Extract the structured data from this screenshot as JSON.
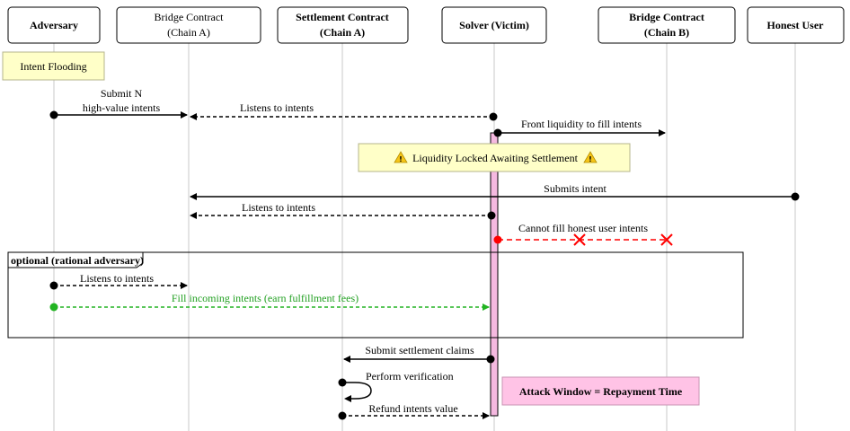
{
  "participants": [
    {
      "id": "adversary",
      "lines": [
        "Adversary"
      ],
      "bold": true
    },
    {
      "id": "bridge-a",
      "lines": [
        "Bridge Contract",
        "(Chain A)"
      ],
      "bold": false
    },
    {
      "id": "settlement-a",
      "lines": [
        "Settlement Contract",
        "(Chain A)"
      ],
      "bold": true
    },
    {
      "id": "solver",
      "lines": [
        "Solver (Victim)"
      ],
      "bold": true
    },
    {
      "id": "bridge-b",
      "lines": [
        "Bridge Contract",
        "(Chain B)"
      ],
      "bold": true
    },
    {
      "id": "honest-user",
      "lines": [
        "Honest User"
      ],
      "bold": true
    }
  ],
  "notes": {
    "intent_flooding": "Intent Flooding",
    "liquidity_locked": "Liquidity Locked Awaiting Settlement",
    "attack_window": "Attack Window = Repayment Time"
  },
  "frame": {
    "label": "optional (rational adversary)"
  },
  "messages": {
    "submit_n_line1": "Submit N",
    "submit_n_line2": "high-value intents",
    "listens_1": "Listens to intents",
    "front_liquidity": "Front liquidity to fill intents",
    "submits_intent": "Submits intent",
    "listens_2": "Listens to intents",
    "cannot_fill": "Cannot fill honest user intents",
    "listens_3": "Listens to intents",
    "fill_incoming": "Fill incoming intents (earn fulfillment fees)",
    "submit_claims": "Submit settlement claims",
    "perform_verification": "Perform verification",
    "refund_value": "Refund intents value"
  },
  "colors": {
    "activation": "#f5b9e0",
    "note": "#ffffc8",
    "attack_note": "#ffc3e6",
    "failure": "#ff0000",
    "profit": "#22b422"
  },
  "icons": [
    "warning-icon",
    "cross-mark-icon"
  ]
}
